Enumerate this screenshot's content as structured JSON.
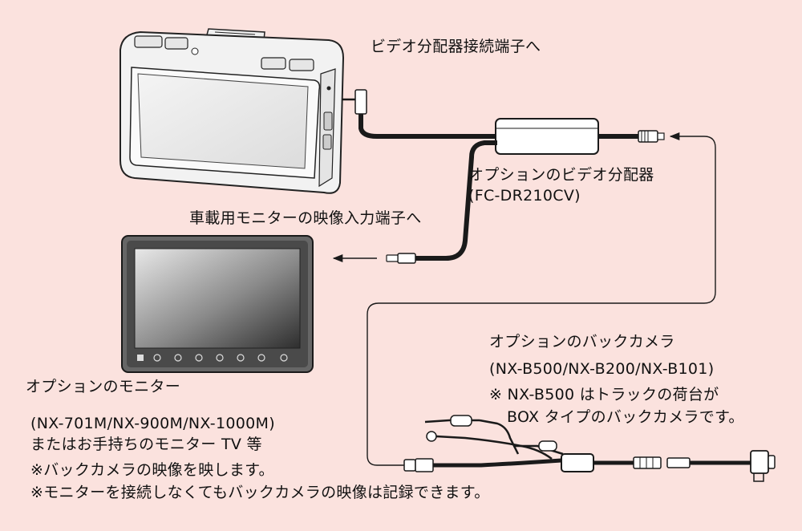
{
  "colors": {
    "background": "#fbe2de",
    "cable": "#1a1a1a",
    "device": "#f1f1f1",
    "screen_dark": "#555555"
  },
  "labels": {
    "video_splitter_port": "ビデオ分配器接続端子へ",
    "splitter_name": "オプションのビデオ分配器",
    "splitter_model": "(FC-DR210CV)",
    "monitor_input": "車載用モニターの映像入力端子へ",
    "monitor_name": "オプションのモニター",
    "monitor_models": "(NX-701M/NX-900M/NX-1000M)",
    "monitor_alt": "またはお手持ちのモニター TV 等",
    "note1": "※バックカメラの映像を映します。",
    "note2": "※モニターを接続しなくてもバックカメラの映像は記録できます。",
    "camera_name": "オプションのバックカメラ",
    "camera_models": "(NX-B500/NX-B200/NX-B101)",
    "camera_note1": "※ NX-B500 はトラックの荷台が",
    "camera_note2": "BOX タイプのバックカメラです。"
  },
  "icons": [
    "dashcam-device",
    "video-splitter",
    "monitor",
    "back-camera-harness",
    "arrow-icon"
  ]
}
